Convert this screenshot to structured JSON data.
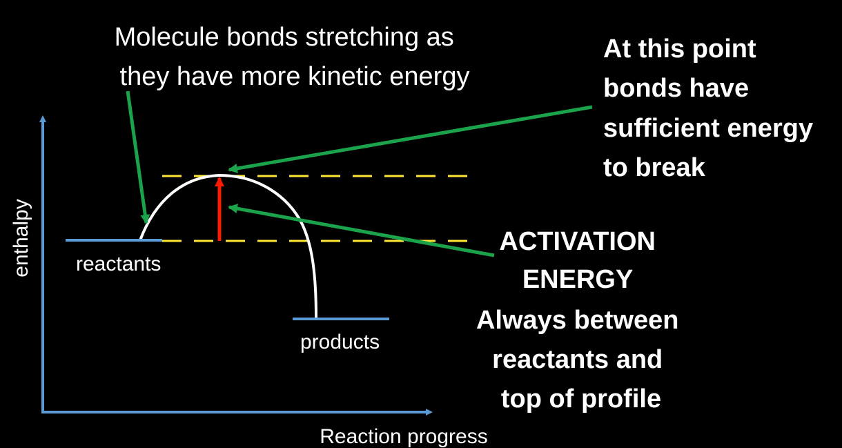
{
  "diagram": {
    "axes": {
      "y_label": "enthalpy",
      "x_label": "Reaction progress"
    },
    "levels": {
      "reactants_label": "reactants",
      "products_label": "products"
    },
    "annotations": {
      "bonds_stretching": [
        "Molecule bonds stretching as",
        "they have more kinetic energy"
      ],
      "transition_point": [
        "At this point",
        "bonds have",
        "sufficient energy",
        "to break"
      ],
      "activation_energy": [
        "ACTIVATION",
        "ENERGY",
        "Always between",
        "reactants and",
        "top of profile"
      ]
    },
    "colors": {
      "background": "#000000",
      "axis": "#5b9bd5",
      "level_line": "#5b9bd5",
      "curve": "#ffffff",
      "dashed_guide": "#ffe633",
      "activation_arrow": "#ff1a00",
      "pointer_arrow": "#1aa34a",
      "text": "#ffffff"
    }
  }
}
